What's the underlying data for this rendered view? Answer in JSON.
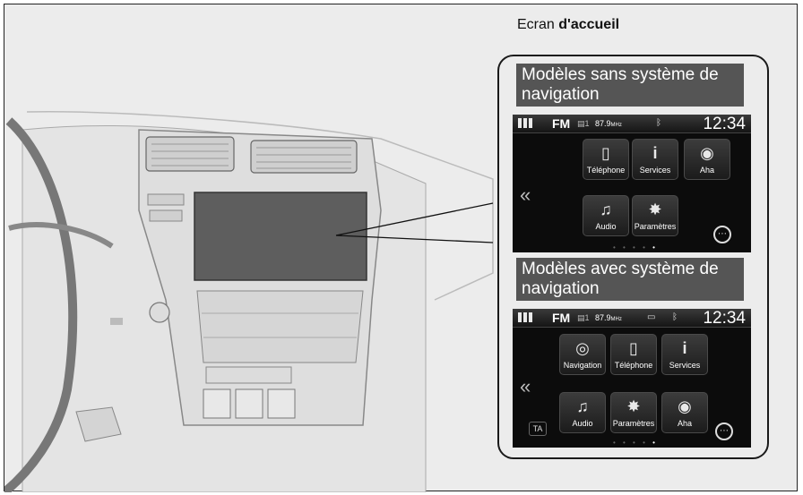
{
  "title": {
    "prefix": "Ecran ",
    "bold": "d'accueil"
  },
  "models": [
    {
      "label": "Modèles sans système de navigation",
      "status": {
        "band": "FM",
        "preset": "▤1",
        "frequency": "87.9",
        "unit": "MHz",
        "clock": "12:34"
      },
      "tiles_row1": [
        {
          "label": "Téléphone",
          "icon": "phone-icon"
        },
        {
          "label": "Services",
          "icon": "info-icon"
        },
        {
          "label": "Aha",
          "icon": "aha-icon"
        }
      ],
      "tiles_row2": [
        {
          "label": "Audio",
          "icon": "music-note-icon"
        },
        {
          "label": "Paramètres",
          "icon": "gear-icon"
        }
      ]
    },
    {
      "label": "Modèles avec système de navigation",
      "status": {
        "band": "FM",
        "preset": "▤1",
        "frequency": "87.9",
        "unit": "MHz",
        "clock": "12:34"
      },
      "tiles_row1": [
        {
          "label": "Navigation",
          "icon": "compass-icon"
        },
        {
          "label": "Téléphone",
          "icon": "phone-icon"
        },
        {
          "label": "Services",
          "icon": "info-icon"
        }
      ],
      "tiles_row2": [
        {
          "label": "Audio",
          "icon": "music-note-icon"
        },
        {
          "label": "Paramètres",
          "icon": "gear-icon"
        },
        {
          "label": "Aha",
          "icon": "aha-icon"
        }
      ],
      "ta_label": "TA"
    }
  ]
}
